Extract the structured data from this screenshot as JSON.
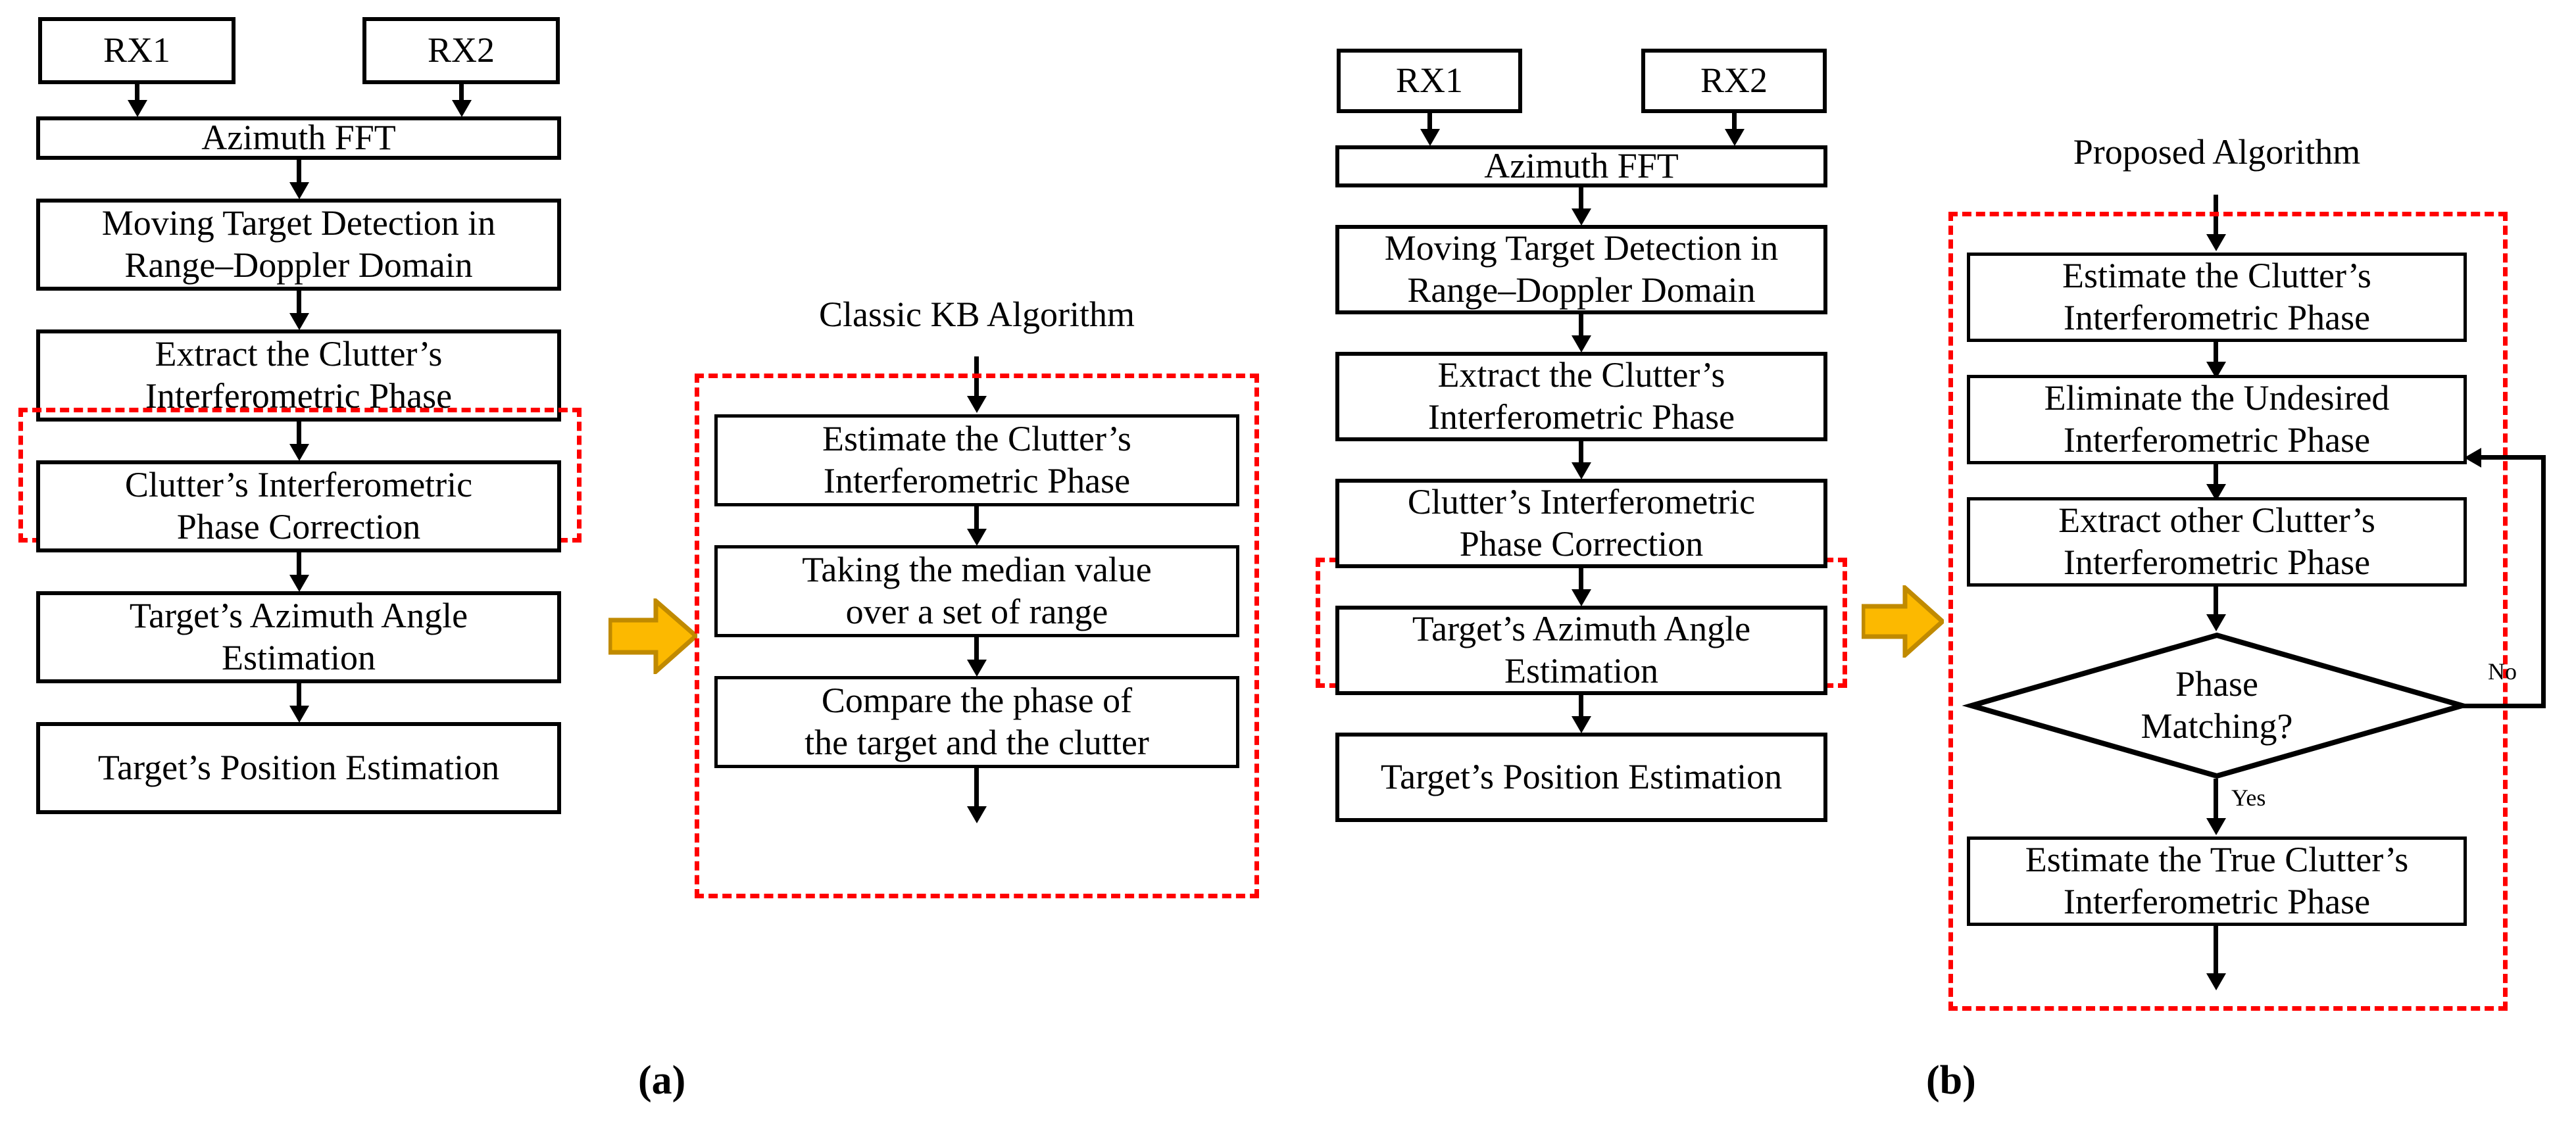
{
  "figure": {
    "panels": [
      {
        "id": "a",
        "label": "(a)"
      },
      {
        "id": "b",
        "label": "(b)"
      }
    ]
  },
  "panel_a": {
    "chain": {
      "rx1": "RX1",
      "rx2": "RX2",
      "azimuth_fft": "Azimuth FFT",
      "moving_target": "Moving Target Detection in\nRange–Doppler Domain",
      "extract_clutter": "Extract the Clutter’s\nInterferometric Phase",
      "phase_correction": "Clutter’s Interferometric\nPhase Correction",
      "azimuth_angle": "Target’s Azimuth Angle\nEstimation",
      "position_estimation": "Target’s Position Estimation"
    },
    "detail": {
      "title": "Classic KB Algorithm",
      "steps": [
        "Estimate the Clutter’s\nInterferometric Phase",
        "Taking the median value\nover a set of range",
        "Compare the phase of\nthe target and the clutter"
      ]
    }
  },
  "panel_b": {
    "chain": {
      "rx1": "RX1",
      "rx2": "RX2",
      "azimuth_fft": "Azimuth FFT",
      "moving_target": "Moving Target Detection in\nRange–Doppler Domain",
      "extract_clutter": "Extract the Clutter’s\nInterferometric Phase",
      "phase_correction": "Clutter’s Interferometric\nPhase Correction",
      "azimuth_angle": "Target’s Azimuth Angle\nEstimation",
      "position_estimation": "Target’s Position Estimation"
    },
    "detail": {
      "title": "Proposed Algorithm",
      "steps": [
        "Estimate the Clutter’s\nInterferometric Phase",
        "Eliminate the Undesired\nInterferometric Phase",
        "Extract other Clutter’s\nInterferometric Phase"
      ],
      "decision": "Phase\nMatching?",
      "decision_no": "No",
      "decision_yes": "Yes",
      "final_step": "Estimate the True Clutter’s\nInterferometric Phase"
    }
  },
  "colors": {
    "highlight_dashed": "#ff0000",
    "transition_arrow_fill": "#fcb900",
    "transition_arrow_stroke": "#c08a00",
    "stroke": "#000000",
    "background": "#ffffff"
  }
}
